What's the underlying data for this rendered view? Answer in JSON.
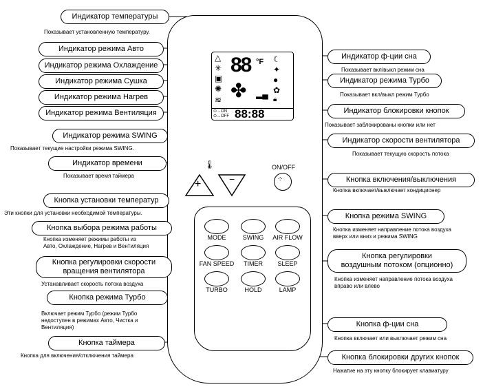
{
  "remote": {
    "lcd_temp_digits": "88",
    "lcd_unit": "°F",
    "lcd_timer_digits": "88:88",
    "lcd_on_label": "ON",
    "lcd_off_label": "OFF",
    "onoff_label": "ON/OFF",
    "plus_glyph": "+",
    "minus_glyph": "−",
    "buttons": {
      "mode": "MODE",
      "swing": "SWING",
      "air_flow": "AIR FLOW",
      "fan_speed": "FAN SPEED",
      "timer": "TIMER",
      "sleep": "SLEEP",
      "turbo": "TURBO",
      "hold": "HOLD",
      "lamp": "LAMP"
    }
  },
  "callouts": {
    "temp_indicator": {
      "title": "Индикатор температуры",
      "desc": "Показывает установленную температуру."
    },
    "auto_mode": {
      "title": "Индикатор режима Авто"
    },
    "cool_mode": {
      "title": "Индикатор режима Охлаждение"
    },
    "dry_mode": {
      "title": "Индикатор режима Сушка"
    },
    "heat_mode": {
      "title": "Индикатор режима Нагрев"
    },
    "fan_mode": {
      "title": "Индикатор режима Вентиляция"
    },
    "swing_indicator": {
      "title": "Индикатор режима SWING",
      "desc": "Показывает текущие настройки режима SWING."
    },
    "time_indicator": {
      "title": "Индикатор времени",
      "desc": "Показывает время таймера"
    },
    "temp_buttons": {
      "title": "Кнопка установки температур",
      "desc": "Эти кнопки для установки необходимой температуры."
    },
    "mode_button": {
      "title": "Кнопка выбора режима работы",
      "desc1": "Кнопка изменяет режимы работы из",
      "desc2": "Авто, Охлаждение, Нагрев и Вентиляция"
    },
    "fan_speed_button": {
      "title1": "Кнопка регулировки скорости",
      "title2": "вращения вентилятора",
      "desc": "Устанавливает скорость потока воздуха"
    },
    "turbo_button": {
      "title": "Кнопка режима Турбо",
      "desc1": "Включает режим Турбо (режим Турбо",
      "desc2": "недоступен в режимах Авто, Чистка и",
      "desc3": "Вентиляция)"
    },
    "timer_button": {
      "title": "Кнопка таймера",
      "desc": "Кнопка для включения/отключения таймера"
    },
    "sleep_indicator": {
      "title": "Индикатор ф-ции сна",
      "desc": "Показывает вкл/выкл режим сна"
    },
    "turbo_indicator": {
      "title": "Индикатор режима Турбо",
      "desc": "Показывает вкл/выкл режим Турбо"
    },
    "lock_indicator": {
      "title": "Индикатор блокировки кнопок",
      "desc": "Показывает заблокированы кнопки или нет"
    },
    "fan_speed_indicator": {
      "title": "Индикатор скорости вентилятора",
      "desc": "Показывает текущую скорость потока"
    },
    "onoff_button": {
      "title": "Кнопка включения/выключения",
      "desc": "Кнопка включает/выключает кондиционер"
    },
    "swing_button": {
      "title": "Кнопка режима SWING",
      "desc1": "Кнопка изменяет направление потока воздуха",
      "desc2": "вверх или вниз и режима SWING"
    },
    "airflow_button": {
      "title1": "Кнопка регулировки",
      "title2": "воздушным потоком (опционно)",
      "desc1": "Кнопка изменяет направление потока воздуха",
      "desc2": "вправо или влево"
    },
    "sleep_button": {
      "title": "Кнопка ф-ции сна",
      "desc": "Кнопка включает или выключает режим сна"
    },
    "hold_button": {
      "title": "Кнопка блокировки других кнопок",
      "desc": "Нажатие на эту кнопку блокирует клавиатуру"
    }
  }
}
